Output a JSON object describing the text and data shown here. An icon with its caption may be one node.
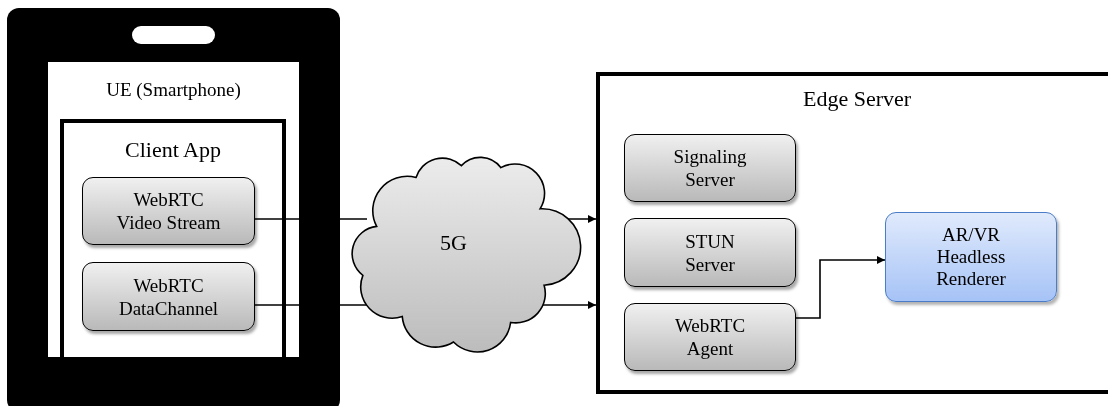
{
  "diagram": {
    "nodes": [
      {
        "text": [
          "UE (Smartphone)"
        ]
      },
      {
        "text": [
          "Client App"
        ],
        "in": 0
      },
      {
        "text": [
          "WebRTC Video Stream"
        ],
        "in": 1
      },
      {
        "text": [
          "WebRTC DataChannel"
        ],
        "in": 1
      },
      {
        "text": [
          "5G"
        ]
      },
      {
        "text": [
          "Edge Server"
        ]
      },
      {
        "text": [
          "Signaling Server"
        ],
        "in": 5
      },
      {
        "text": [
          "STUN Server"
        ],
        "in": 5
      },
      {
        "text": [
          "WebRTC Agent"
        ],
        "in": 5
      },
      {
        "text": [
          "AR/VR Headless Renderer"
        ],
        "in": 5
      }
    ],
    "edges": [
      {
        "from": 2,
        "to": 4,
        "arrow": "none"
      },
      {
        "from": 4,
        "to": 5,
        "arrow": "to"
      },
      {
        "from": 3,
        "to": 4,
        "arrow": "none"
      },
      {
        "from": 4,
        "to": 5,
        "arrow": "to"
      },
      {
        "from": 8,
        "to": 9,
        "arrow": "to"
      }
    ]
  }
}
